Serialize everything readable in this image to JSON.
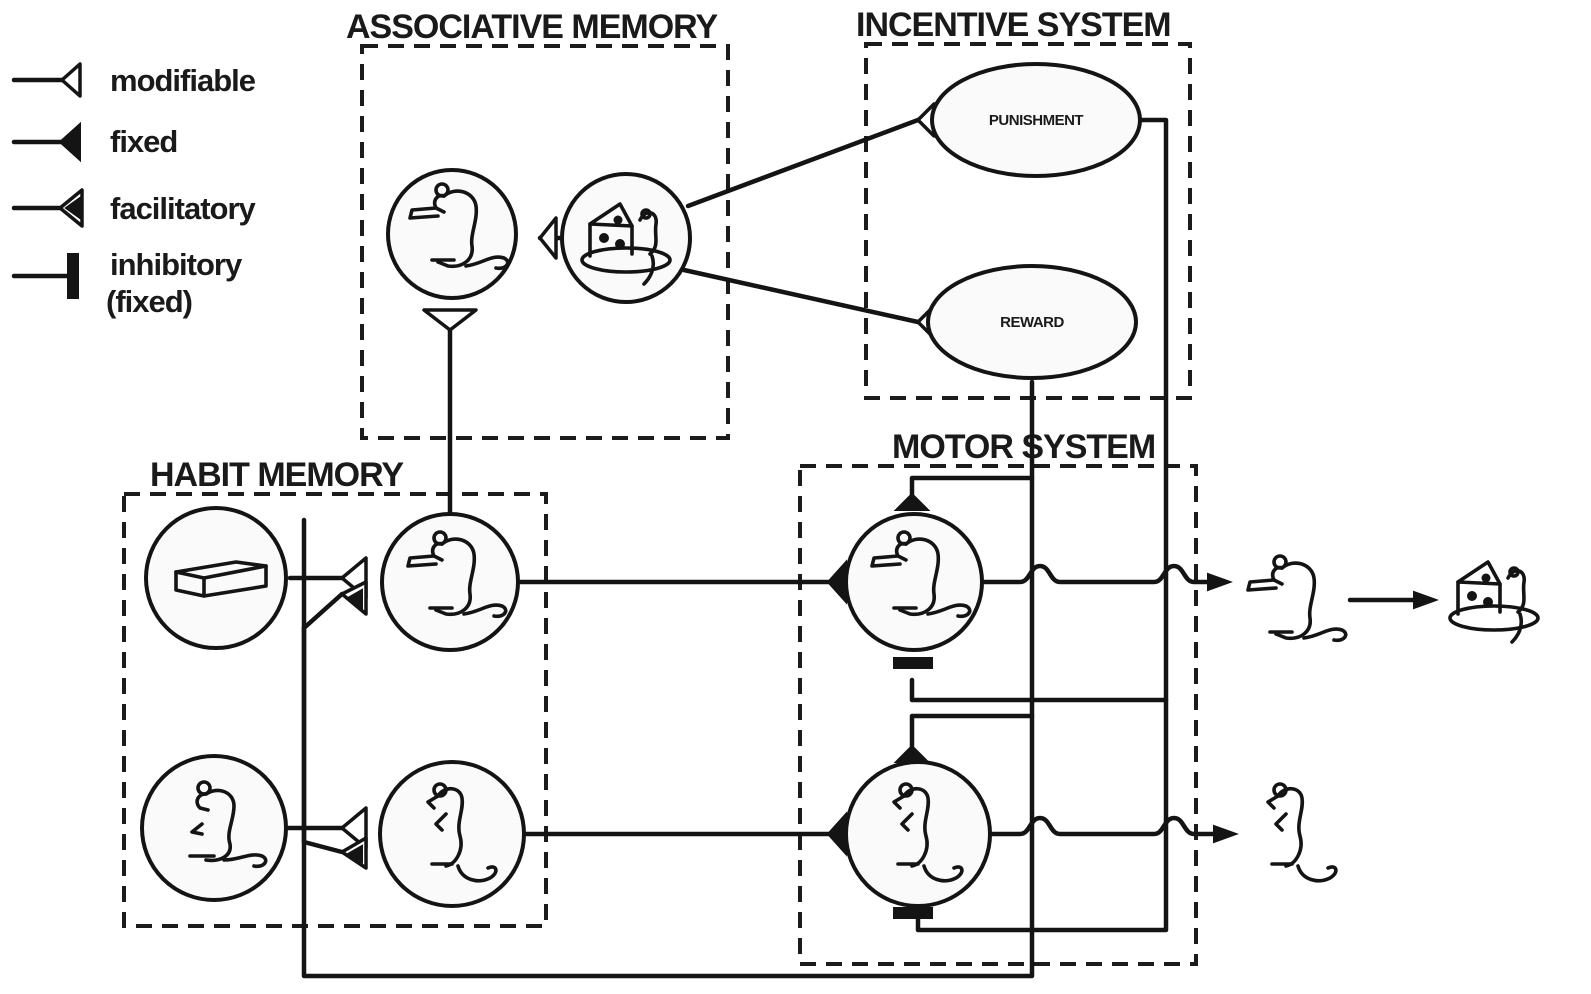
{
  "legend": {
    "modifiable": "modifiable",
    "fixed": "fixed",
    "facilitatory": "facilitatory",
    "inhibitory_line1": "inhibitory",
    "inhibitory_line2": "(fixed)"
  },
  "modules": {
    "associative": "ASSOCIATIVE MEMORY",
    "incentive": "INCENTIVE SYSTEM",
    "habit": "HABIT MEMORY",
    "motor": "MOTOR SYSTEM"
  },
  "incentive_nodes": {
    "punishment": "PUNISHMENT",
    "reward": "REWARD"
  },
  "icons": {
    "rat_at_lever": "rat-at-lever-icon",
    "rat_eating_cheese": "rat-eating-cheese-icon",
    "lever": "lever-icon",
    "rat_sitting": "rat-sitting-icon",
    "rat_rearing": "rat-rearing-icon"
  }
}
